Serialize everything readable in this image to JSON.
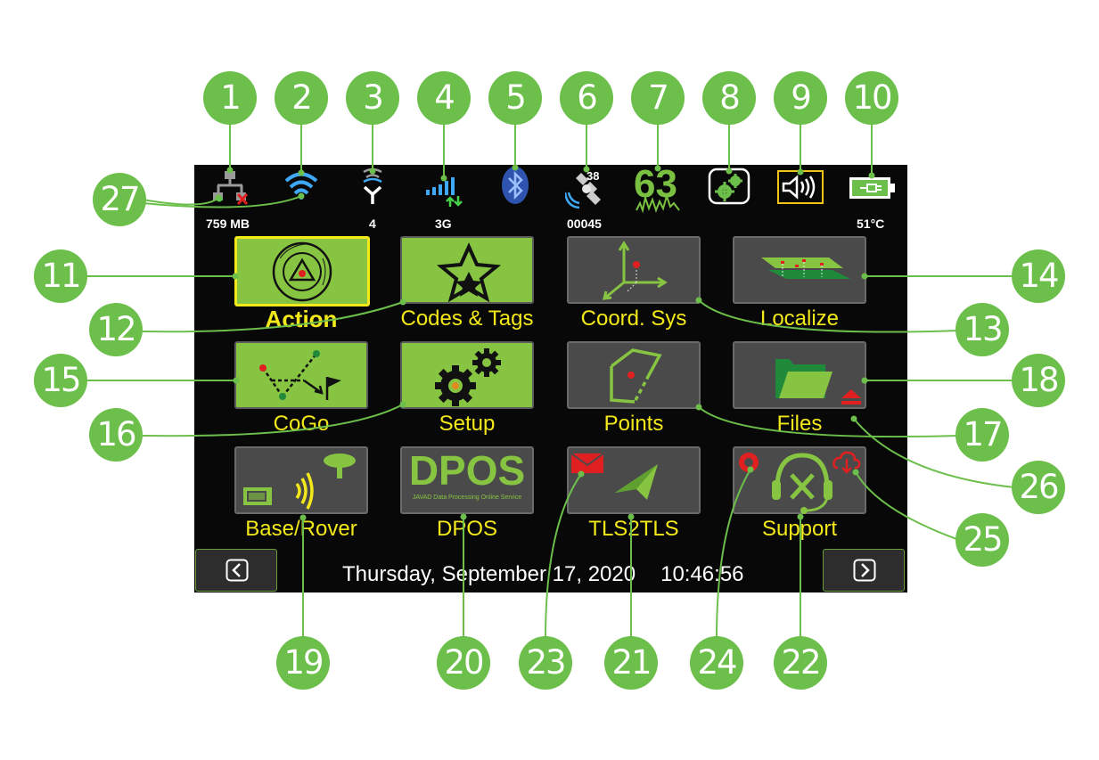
{
  "status_bar": {
    "storage": "759 MB",
    "uhf_channel": "4",
    "network_type": "3G",
    "satellites_count": "38",
    "satellites_id": "00045",
    "signal_value": "63",
    "temperature": "51°C",
    "icons": [
      "network-icon",
      "wifi-icon",
      "uhf-antenna-icon",
      "cellular-icon",
      "bluetooth-icon",
      "satellite-icon",
      "signal-quality-icon",
      "settings-gears-icon",
      "speaker-icon",
      "battery-icon"
    ]
  },
  "tiles": [
    {
      "label": "Action",
      "style": "green",
      "selected": true,
      "icon": "survey-marker-icon"
    },
    {
      "label": "Codes & Tags",
      "style": "green",
      "icon": "star-icon"
    },
    {
      "label": "Coord. Sys",
      "style": "grey",
      "icon": "axes-icon"
    },
    {
      "label": "Localize",
      "style": "grey",
      "icon": "localize-layers-icon"
    },
    {
      "label": "CoGo",
      "style": "green",
      "icon": "cogo-icon"
    },
    {
      "label": "Setup",
      "style": "green",
      "icon": "gears-icon"
    },
    {
      "label": "Points",
      "style": "grey",
      "icon": "points-polygon-icon"
    },
    {
      "label": "Files",
      "style": "grey",
      "icon": "folder-icon"
    },
    {
      "label": "Base/Rover",
      "style": "grey",
      "icon": "base-rover-icon"
    },
    {
      "label": "DPOS",
      "style": "grey",
      "icon": "dpos-logo"
    },
    {
      "label": "TLS2TLS",
      "style": "grey",
      "icon": "send-arrow-icon"
    },
    {
      "label": "Support",
      "style": "grey",
      "icon": "support-headset-icon"
    }
  ],
  "dpos_logo": {
    "title": "DPOS",
    "subtitle": "JAVAD Data Processing Online Service"
  },
  "footer": {
    "date": "Thursday, September 17, 2020",
    "time": "10:46:56"
  },
  "callouts": [
    "1",
    "2",
    "3",
    "4",
    "5",
    "6",
    "7",
    "8",
    "9",
    "10",
    "11",
    "12",
    "13",
    "14",
    "15",
    "16",
    "17",
    "18",
    "19",
    "20",
    "21",
    "22",
    "23",
    "24",
    "25",
    "26",
    "27"
  ],
  "colors": {
    "callout": "#6cbf4a",
    "label": "#f3e81a",
    "tile_green": "#86c441",
    "tile_grey": "#4a4a4a",
    "screen": "#080808",
    "accent_red": "#e02020"
  }
}
